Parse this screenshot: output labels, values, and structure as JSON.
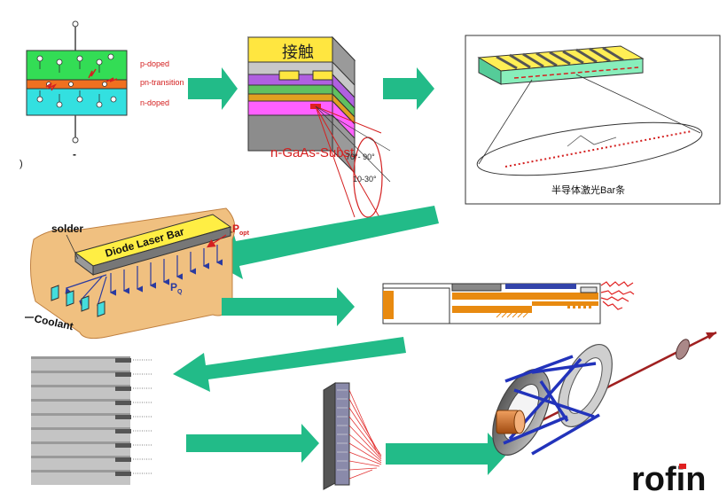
{
  "pn_junction": {
    "labels": [
      "p-doped",
      "pn-transition",
      "n-doped"
    ],
    "minus_sign": "-",
    "colors": {
      "p_region": "#33dd55",
      "junction": "#f07020",
      "n_region": "#33e0e0"
    }
  },
  "chip": {
    "contact_label": "接触",
    "substrate_label": "n-GaAs-Subst.",
    "angle_vertical": "70°- 90°",
    "angle_horizontal": "10-30°",
    "layer_colors": [
      "#c8c8c8",
      "#b060e0",
      "#60c060",
      "#e0a020",
      "#ff60ff",
      "#8c8c8c"
    ]
  },
  "laser_bar": {
    "caption": "半导体激光Bar条"
  },
  "diode_bar_package": {
    "bar_label": "Diode Laser Bar",
    "solder_label": "solder",
    "p_opt_label": "P",
    "p_opt_sub": "opt",
    "p_q_label": "P",
    "p_q_sub": "Q",
    "coolant_label": "Coolant"
  },
  "brand": {
    "logo_text": "rofin"
  },
  "colors": {
    "arrow": "#22bb88",
    "laser_red": "#e02020",
    "stack_gray": "#a8a8a8",
    "frame_gray": "#6a6a6a",
    "lens_blue": "#2233bb"
  }
}
